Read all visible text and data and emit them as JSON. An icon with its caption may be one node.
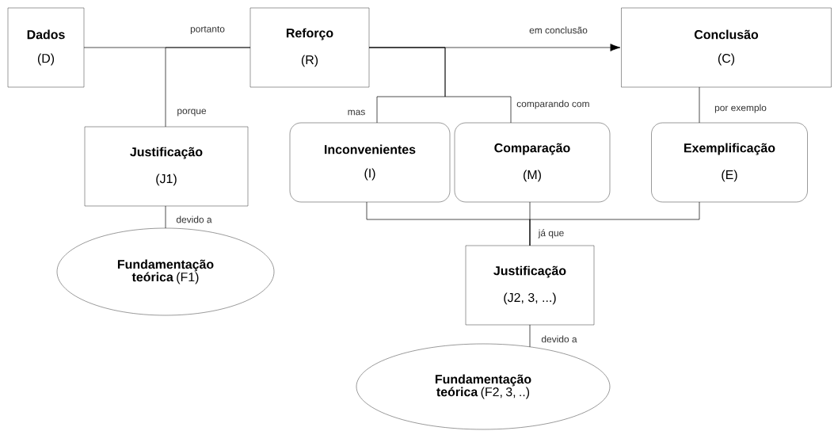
{
  "diagram": {
    "nodes": [
      {
        "text": [
          "Dados",
          "(D)"
        ]
      },
      {
        "text": [
          "Reforço",
          "(R)"
        ]
      },
      {
        "text": [
          "Conclusão",
          "(C)"
        ]
      },
      {
        "text": [
          "Justificação",
          "(J1)"
        ]
      },
      {
        "text": [
          "Inconvenientes",
          "(I)"
        ]
      },
      {
        "text": [
          "Comparação",
          "(M)"
        ]
      },
      {
        "text": [
          "Exemplificação",
          "(E)"
        ]
      },
      {
        "text": [
          "**Fundamentação teórica** (F1)"
        ]
      },
      {
        "text": [
          "Justificação",
          "(J2, 3, ...)"
        ]
      },
      {
        "text": [
          "**Fundamentação teórica** (F2, 3, ..)"
        ]
      }
    ],
    "edges": [
      {
        "from": 0,
        "to": 1,
        "arrow": "none",
        "label": "portanto"
      },
      {
        "from": 3,
        "to": 1,
        "arrow": "none",
        "label": "porque"
      },
      {
        "from": 1,
        "to": 2,
        "arrow": "to",
        "label": "em conclusão"
      },
      {
        "from": 1,
        "to": 4,
        "arrow": "none",
        "label": "mas"
      },
      {
        "from": 1,
        "to": 5,
        "arrow": "none",
        "label": "comparando com"
      },
      {
        "from": 2,
        "to": 6,
        "arrow": "none",
        "label": "por exemplo"
      },
      {
        "from": 4,
        "to": 8,
        "arrow": "none"
      },
      {
        "from": 5,
        "to": 8,
        "arrow": "none",
        "label": "já que"
      },
      {
        "from": 6,
        "to": 8,
        "arrow": "none"
      },
      {
        "from": 3,
        "to": 7,
        "arrow": "none",
        "label": "devido a"
      },
      {
        "from": 8,
        "to": 9,
        "arrow": "none",
        "label": "devido a"
      }
    ]
  }
}
